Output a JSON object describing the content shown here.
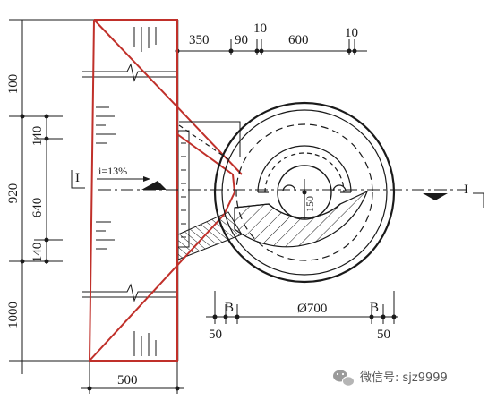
{
  "diagram": {
    "left_dims": {
      "top": "100",
      "total": "920",
      "bottom": "1000",
      "upper_sub": "140",
      "middle_sub": "640",
      "lower_sub": "140"
    },
    "top_dims": {
      "d1": "350",
      "d2": "90",
      "d3": "10",
      "d4": "600",
      "d5": "10"
    },
    "bottom_dims": {
      "diameter": "Ø700",
      "b_left": "B",
      "b_right": "B",
      "fifty_left": "50",
      "fifty_right": "50",
      "base_width": "500"
    },
    "pipe_label": "150",
    "section_marks": {
      "left": "I",
      "right": "I"
    },
    "slope": "i=13%"
  },
  "watermark": {
    "text": "微信号: sjz9999",
    "icon": "wechat-icon"
  },
  "colors": {
    "line": "#1a1a1a",
    "outline": "#c0302a"
  }
}
